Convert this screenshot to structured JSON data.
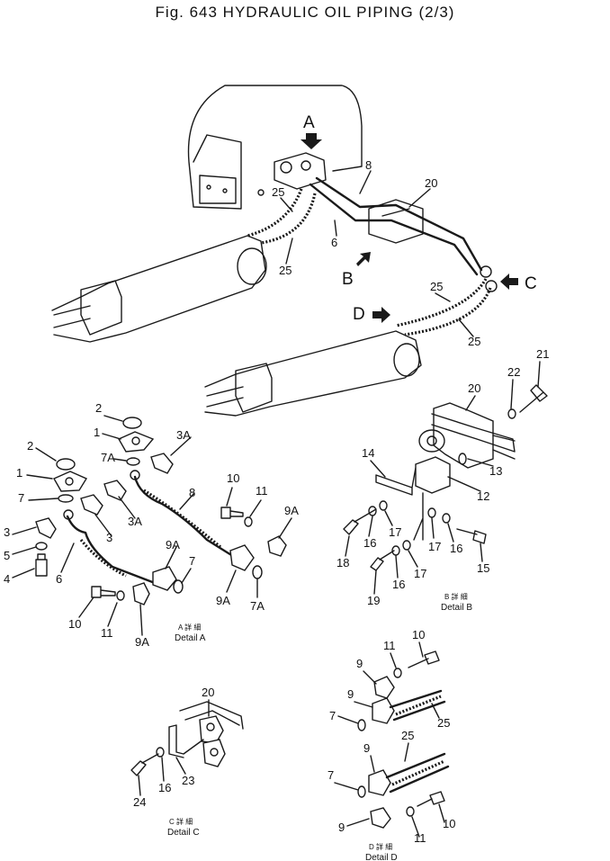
{
  "title": "Fig. 643   HYDRAULIC OIL PIPING (2/3)",
  "view_arrows": [
    "A",
    "B",
    "C",
    "D"
  ],
  "callouts_main": [
    "8",
    "20",
    "25",
    "25",
    "6",
    "25",
    "25"
  ],
  "detail_a": {
    "label_jp": "A 詳 細",
    "label": "Detail A",
    "callouts": [
      "2",
      "1",
      "3A",
      "7A",
      "2",
      "1",
      "7",
      "3A",
      "3",
      "3",
      "5",
      "4",
      "6",
      "10",
      "8",
      "11",
      "9A",
      "9A",
      "7",
      "9A",
      "7A",
      "10",
      "11",
      "9A"
    ]
  },
  "detail_b": {
    "label_jp": "B 詳 細",
    "label": "Detail B",
    "callouts": [
      "20",
      "22",
      "21",
      "14",
      "13",
      "12",
      "18",
      "16",
      "17",
      "17",
      "16",
      "15",
      "19",
      "16",
      "17"
    ]
  },
  "detail_c": {
    "label_jp": "C 詳 細",
    "label": "Detail C",
    "callouts": [
      "20",
      "16",
      "23",
      "24"
    ]
  },
  "detail_d": {
    "label_jp": "D 詳 細",
    "label": "Detail D",
    "callouts": [
      "11",
      "10",
      "9",
      "9",
      "7",
      "25",
      "25",
      "9",
      "7",
      "9",
      "10",
      "11"
    ]
  }
}
